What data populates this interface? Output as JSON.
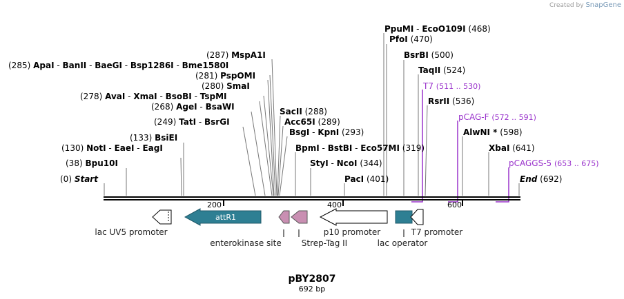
{
  "credit": {
    "prefix": "Created by",
    "brand": "SnapGene"
  },
  "plasmid": {
    "name": "pBY2807",
    "size": "692 bp"
  },
  "sites": [
    {
      "pos": "(285)",
      "names": [
        "ApaI",
        "BanII",
        "BaeGI",
        "Bsp1286I",
        "Bme1580I"
      ]
    },
    {
      "pos": "(287)",
      "names": [
        "MspA1I"
      ]
    },
    {
      "pos": "(281)",
      "names": [
        "PspOMI"
      ]
    },
    {
      "pos": "(280)",
      "names": [
        "SmaI"
      ]
    },
    {
      "pos": "(278)",
      "names": [
        "AvaI",
        "XmaI",
        "BsoBI",
        "TspMI"
      ]
    },
    {
      "pos": "(268)",
      "names": [
        "AgeI",
        "BsaWI"
      ]
    },
    {
      "pos": "(249)",
      "names": [
        "TatI",
        "BsrGI"
      ]
    },
    {
      "pos": "(133)",
      "names": [
        "BsiEI"
      ]
    },
    {
      "pos": "(130)",
      "names": [
        "NotI",
        "EaeI",
        "EagI"
      ]
    },
    {
      "pos": "(38)",
      "names": [
        "Bpu10I"
      ]
    },
    {
      "pos": "(0)",
      "names": [
        "Start"
      ]
    },
    {
      "pos": "(288)",
      "names": [
        "SacII"
      ]
    },
    {
      "pos": "(289)",
      "names": [
        "Acc65I"
      ]
    },
    {
      "pos": "(293)",
      "names": [
        "BsgI",
        "KpnI"
      ]
    },
    {
      "pos": "(319)",
      "names": [
        "BpmI",
        "BstBI",
        "Eco57MI"
      ]
    },
    {
      "pos": "(344)",
      "names": [
        "StyI",
        "NcoI"
      ]
    },
    {
      "pos": "(401)",
      "names": [
        "PacI"
      ]
    },
    {
      "pos": "(468)",
      "names": [
        "PpuMI",
        "EcoO109I"
      ]
    },
    {
      "pos": "(470)",
      "names": [
        "PfoI"
      ]
    },
    {
      "pos": "(500)",
      "names": [
        "BsrBI"
      ]
    },
    {
      "pos": "(524)",
      "names": [
        "TaqII"
      ]
    },
    {
      "pos": "(536)",
      "names": [
        "RsrII"
      ]
    },
    {
      "pos": "(598)",
      "names": [
        "AlwNI *"
      ]
    },
    {
      "pos": "(641)",
      "names": [
        "XbaI"
      ]
    },
    {
      "pos": "(692)",
      "names": [
        "End"
      ]
    }
  ],
  "primers": [
    {
      "name": "T7",
      "range": "(511 .. 530)"
    },
    {
      "name": "pCAG-F",
      "range": "(572 .. 591)"
    },
    {
      "name": "pCAGGS-5",
      "range": "(653 .. 675)"
    }
  ],
  "ruler": [
    "200",
    "400",
    "600"
  ],
  "features": [
    {
      "name": "lac UV5 promoter"
    },
    {
      "name": "attR1"
    },
    {
      "name": "enterokinase site"
    },
    {
      "name": "Strep-Tag II"
    },
    {
      "name": "p10 promoter"
    },
    {
      "name": "lac operator"
    },
    {
      "name": "T7 promoter"
    }
  ],
  "colors": {
    "primer": "#9a33cc",
    "attR1": "#2e7f93",
    "tag": "#c98fb2",
    "lacop": "#2e7f93"
  }
}
